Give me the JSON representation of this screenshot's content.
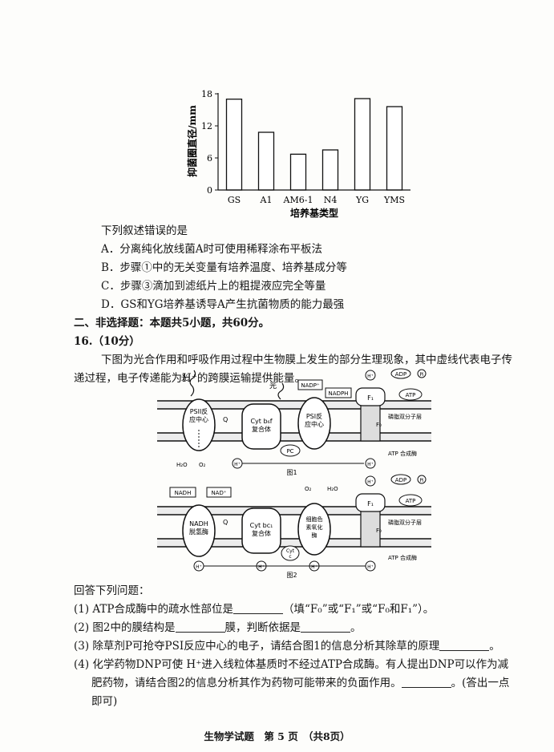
{
  "chart_data": {
    "type": "bar",
    "categories": [
      "GS",
      "A1",
      "AM6-1",
      "N4",
      "YG",
      "YMS"
    ],
    "values": [
      17,
      10.8,
      6.7,
      7.5,
      17.1,
      15.6
    ],
    "ylim": [
      0,
      18
    ],
    "yticks": [
      "0",
      "6",
      "12",
      "18"
    ],
    "ylabel": "抑菌圈直径/mm",
    "xlabel": "培养基类型"
  },
  "q15": {
    "stem": "下列叙述错误的是",
    "options": [
      "A．分离纯化放线菌A时可使用稀释涂布平板法",
      "B．步骤①中的无关变量有培养温度、培养基成分等",
      "C．步骤③滴加到滤纸片上的粗提液应完全等量",
      "D．GS和YG培养基诱导A产生抗菌物质的能力最强"
    ]
  },
  "section2": "二、非选择题：本题共5小题，共60分。",
  "q16": {
    "header": "16.（10分）",
    "intro1": "下图为光合作用和呼吸作用过程中生物膜上发生的部分生理现象，其中虚线代表电子传",
    "intro2": "递过程，电子传递能为H⁺的跨膜运输提供能量。",
    "ask": "回答下列问题：",
    "q1a": "(1) ATP合成酶中的疏水性部位是",
    "q1b": "（填“F₀”或“F₁”或“F₀和F₁”）。",
    "q2a": "(2) 图2中的膜结构是",
    "q2b": "膜，判断依据是",
    "q2c": "。",
    "q3a": "(3) 除草剂P可抢夺PSI反应中心的电子，请结合图1的信息分析其除草的原理",
    "q3b": "。",
    "q4a": "(4) 化学药物DNP可使 H⁺进入线粒体基质时不经过ATP合成酶。有人提出DNP可以作为减",
    "q4b": "肥药物，请结合图2的信息分析其作为药物可能带来的负面作用。",
    "q4c": "。(答出一点",
    "q4d": "即可)"
  },
  "fig1": {
    "light": "光",
    "psii": [
      "PSII反",
      "应中心"
    ],
    "q": "Q",
    "cyt": [
      "Cyt b₆f",
      "复合体"
    ],
    "psi": [
      "PSI反",
      "应中心"
    ],
    "pc": "PC",
    "nadp": "NADP⁺",
    "nadph": "NADPH",
    "h": "H⁺",
    "h2o": "H₂O",
    "o2": "O₂",
    "adp": "ADP",
    "pi": "Pi",
    "atp": "ATP",
    "f1": "F₁",
    "f0": "F₀",
    "membrane": "磷脂双分子层",
    "atpase": "ATP 合成酶",
    "caption": "图1"
  },
  "fig2": {
    "nadh": "NADH",
    "nad": "NAD⁺",
    "nadhdh": [
      "NADH",
      "脱氢酶"
    ],
    "q": "Q",
    "cyt": [
      "Cyt bc₁",
      "复合体"
    ],
    "cox": [
      "细胞色",
      "素氧化",
      "酶"
    ],
    "cytc": [
      "Cyt",
      "c"
    ],
    "o2": "O₂",
    "h2o": "H₂O",
    "h": "H⁺",
    "adp": "ADP",
    "pi": "Pi",
    "atp": "ATP",
    "f1": "F₁",
    "f0": "F₀",
    "membrane": "磷脂双分子层",
    "atpase": "ATP 合成酶",
    "caption": "图2"
  },
  "footer": "生物学试题　第 5 页　（共8页）"
}
